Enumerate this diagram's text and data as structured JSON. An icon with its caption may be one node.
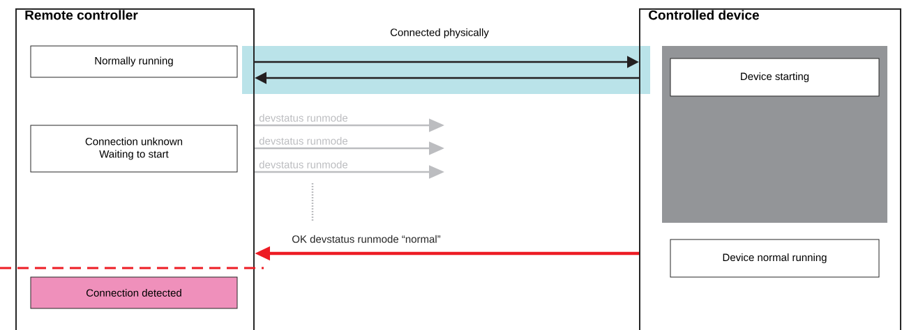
{
  "diagram": {
    "nodes": [
      {
        "text": [
          "Remote controller"
        ]
      },
      {
        "text": [
          "Normally running"
        ],
        "in": 0
      },
      {
        "text": [
          "Connection unknown Waiting to start"
        ],
        "in": 0
      },
      {
        "text": [
          "Connection detected"
        ],
        "in": 0
      },
      {
        "text": [
          "Controlled device"
        ]
      },
      {
        "text": [],
        "shape": "box",
        "in": 4
      },
      {
        "text": [
          "Device starting"
        ],
        "in": 5
      },
      {
        "text": [
          "Device  normal running"
        ],
        "in": 4
      }
    ],
    "edges": [
      {
        "from": 0,
        "to": 4,
        "arrow": "to",
        "color": "#231f20"
      },
      {
        "from": 4,
        "to": 0,
        "arrow": "to",
        "color": "#231f20"
      },
      {
        "from": 0,
        "to": null,
        "arrow": "to",
        "label": "devstatus runmode",
        "color": "#bcbdc0"
      },
      {
        "from": 0,
        "to": null,
        "arrow": "to",
        "label": "devstatus runmode",
        "color": "#bcbdc0"
      },
      {
        "from": 0,
        "to": null,
        "arrow": "to",
        "label": "devstatus runmode",
        "color": "#bcbdc0"
      },
      {
        "from": 4,
        "to": 0,
        "arrow": "to",
        "label": "OK devstatus runmode “normal”",
        "style": "thick",
        "color": "#ed1c24"
      }
    ],
    "labels": [
      "Connected physically"
    ]
  }
}
